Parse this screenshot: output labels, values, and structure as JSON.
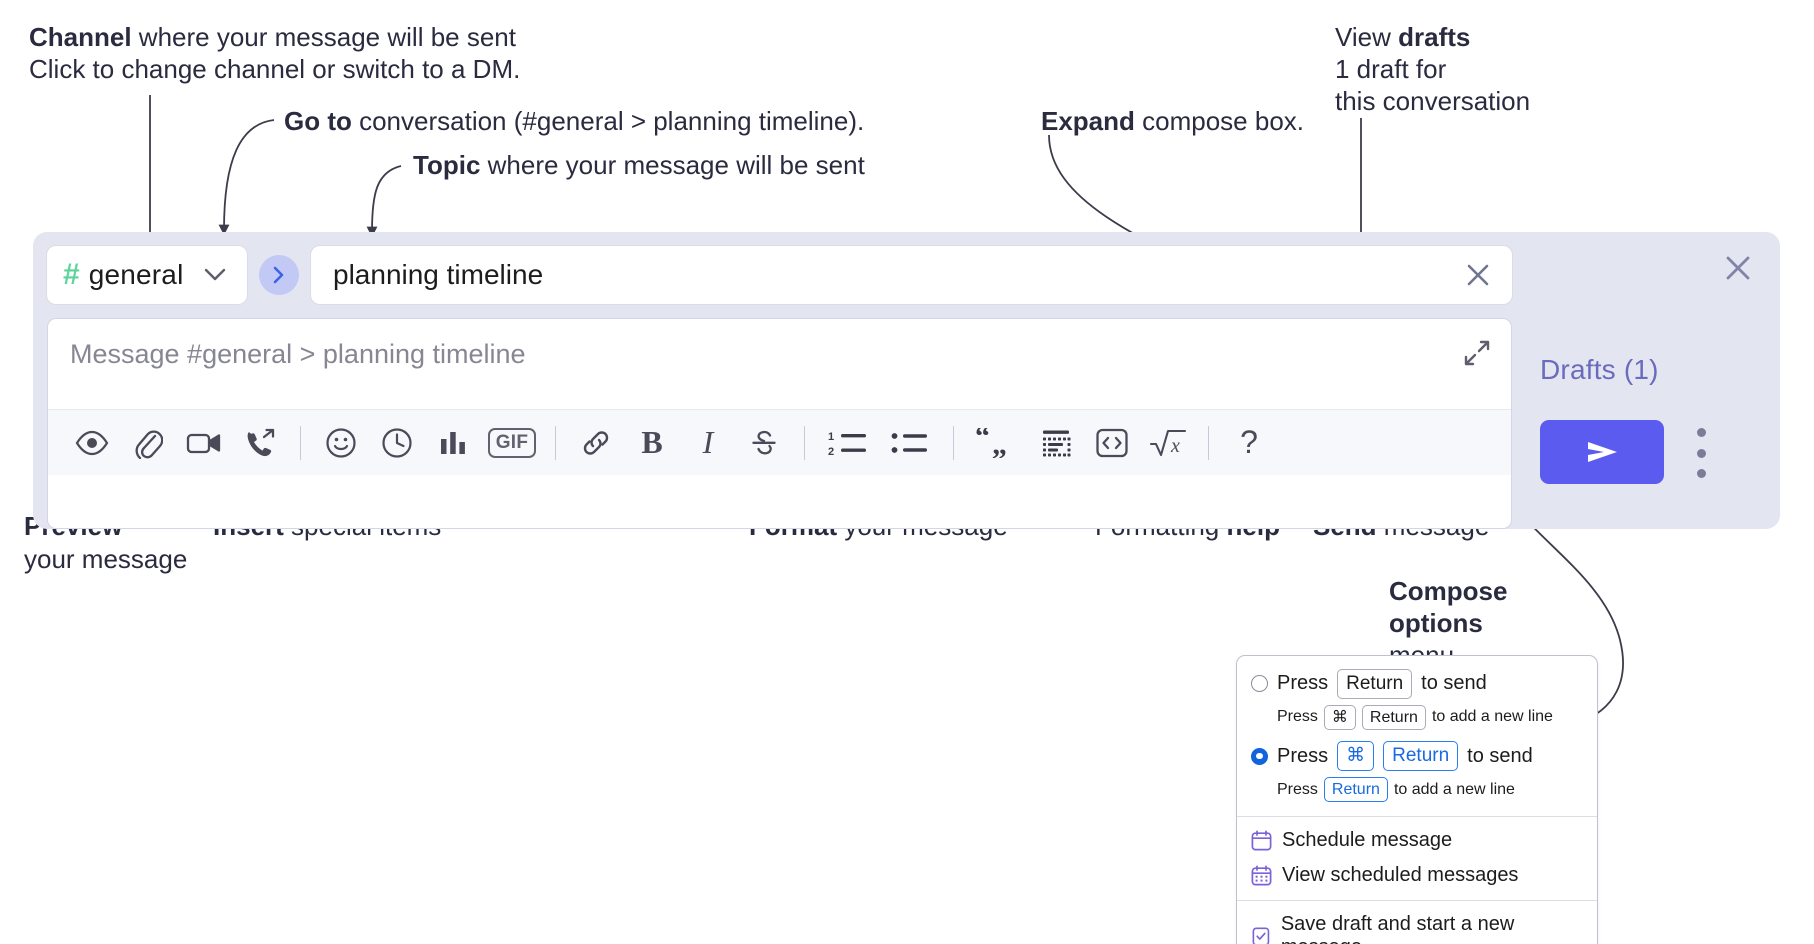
{
  "annotations": {
    "channel": {
      "bold": "Channel",
      "rest": " where your message will be sent",
      "italic": "Click to change channel or switch to a DM."
    },
    "goto": {
      "bold": "Go to",
      "rest": " conversation (#general > planning timeline)."
    },
    "topic": {
      "bold": "Topic",
      "rest": " where your message will be sent"
    },
    "expand": {
      "bold": "Expand",
      "rest": " compose box."
    },
    "drafts": {
      "plain": "View ",
      "bold": "drafts",
      "italic1": "1 draft for",
      "italic2": "this conversation"
    },
    "preview": {
      "bold": "Preview",
      "rest": "your message"
    },
    "insert": {
      "bold": "Insert",
      "rest": " special items"
    },
    "format": {
      "bold": "Format",
      "rest": " your message"
    },
    "formatting_help": {
      "plain": "Formatting ",
      "bold": "help"
    },
    "send": {
      "bold": "Send",
      "rest": " message"
    },
    "compose_options": {
      "bold1": "Compose",
      "bold2": "options",
      "rest": "menu"
    }
  },
  "compose": {
    "channel_name": "general",
    "channel_hash": "#",
    "topic_value": "planning timeline",
    "message_placeholder": "Message #general > planning timeline",
    "drafts_label": "Drafts (1)",
    "icons": {
      "channel_dropdown": "chevron-down-icon",
      "goto": "chevron-right-icon",
      "clear_topic": "close-icon",
      "expand": "expand-icon",
      "close_compose": "close-icon",
      "send": "send-icon",
      "compose_options": "kebab-menu-icon"
    },
    "toolbar": [
      {
        "name": "preview-icon",
        "label": ""
      },
      {
        "name": "attachment-icon",
        "label": ""
      },
      {
        "name": "video-icon",
        "label": ""
      },
      {
        "name": "call-icon",
        "label": ""
      },
      {
        "name": "separator",
        "label": ""
      },
      {
        "name": "emoji-icon",
        "label": ""
      },
      {
        "name": "reminder-clock-icon",
        "label": ""
      },
      {
        "name": "poll-icon",
        "label": ""
      },
      {
        "name": "gif-icon",
        "label": "GIF"
      },
      {
        "name": "separator",
        "label": ""
      },
      {
        "name": "link-icon",
        "label": ""
      },
      {
        "name": "bold-icon",
        "label": "B"
      },
      {
        "name": "italic-icon",
        "label": "I"
      },
      {
        "name": "strikethrough-icon",
        "label": ""
      },
      {
        "name": "separator",
        "label": ""
      },
      {
        "name": "ordered-list-icon",
        "label": ""
      },
      {
        "name": "bulleted-list-icon",
        "label": ""
      },
      {
        "name": "separator",
        "label": ""
      },
      {
        "name": "blockquote-icon",
        "label": ""
      },
      {
        "name": "code-block-icon",
        "label": ""
      },
      {
        "name": "code-icon",
        "label": ""
      },
      {
        "name": "latex-icon",
        "label": ""
      },
      {
        "name": "separator",
        "label": ""
      },
      {
        "name": "formatting-help-icon",
        "label": "?"
      }
    ]
  },
  "popup": {
    "option1": {
      "press": "Press",
      "key": "Return",
      "tail": "to send",
      "sub_press": "Press",
      "sub_key1": "⌘",
      "sub_key2": "Return",
      "sub_tail": "to add a new line",
      "selected": false
    },
    "option2": {
      "press": "Press",
      "key1": "⌘",
      "key2": "Return",
      "tail": "to send",
      "sub_press": "Press",
      "sub_key": "Return",
      "sub_tail": "to add a new line",
      "selected": true
    },
    "items": [
      {
        "label": "Schedule message",
        "icon": "calendar-icon"
      },
      {
        "label": "View scheduled messages",
        "icon": "calendar-grid-icon"
      },
      {
        "label": "Save draft and start a new message",
        "icon": "draft-check-icon"
      }
    ]
  },
  "colors": {
    "compose_bg": "#e3e5f1",
    "send_button": "#5b5bef",
    "hash_green": "#5ed39b",
    "goto_circle": "#c3c9f5",
    "drafts_text": "#6b6bbd",
    "radio_blue": "#1264dd"
  }
}
